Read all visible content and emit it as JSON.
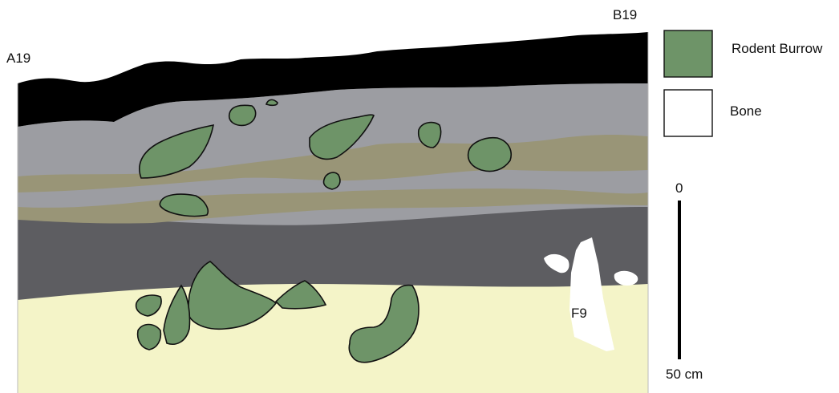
{
  "profile": {
    "left_label": "A19",
    "right_label": "B19",
    "feature_label": "F9"
  },
  "legend": [
    {
      "label": "Rodent Burrow",
      "color": "#6e9468"
    },
    {
      "label": "Bone",
      "color": "#ffffff"
    }
  ],
  "scale_bar": {
    "top_label": "0",
    "bottom_label": "50 cm"
  },
  "colors": {
    "topsoil": "#000000",
    "light_gray_layer": "#9c9da2",
    "olive_band": "#999577",
    "dark_gray_layer": "#5d5d61",
    "basal_sand": "#f4f4c8",
    "burrow": "#6e9468",
    "bone": "#ffffff"
  }
}
